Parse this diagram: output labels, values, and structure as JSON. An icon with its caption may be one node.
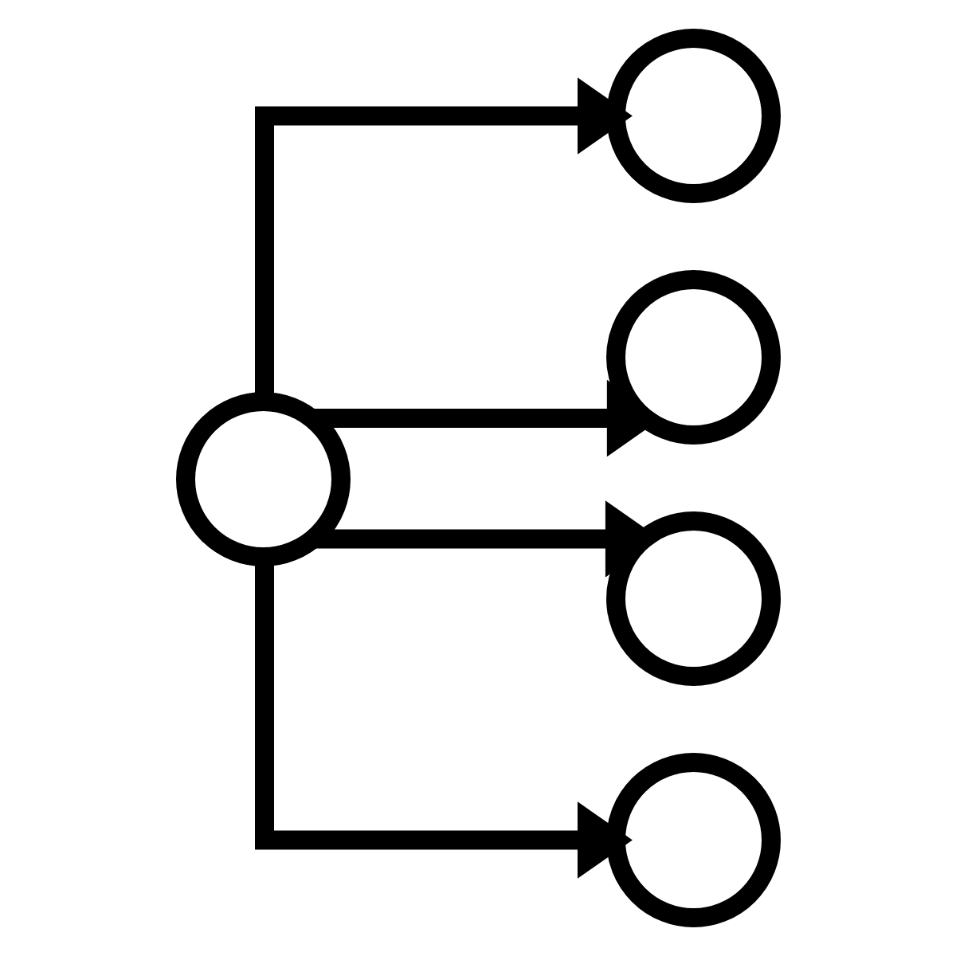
{
  "diagram": {
    "nodes": [
      {
        "text": [],
        "shape": "circle"
      },
      {
        "text": [],
        "shape": "circle"
      },
      {
        "text": [],
        "shape": "circle"
      },
      {
        "text": [],
        "shape": "circle"
      },
      {
        "text": [],
        "shape": "circle"
      }
    ],
    "edges": [
      {
        "from": 0,
        "to": 1,
        "arrow": "to"
      },
      {
        "from": 0,
        "to": 2,
        "arrow": "to"
      },
      {
        "from": 0,
        "to": 3,
        "arrow": "to"
      },
      {
        "from": 0,
        "to": 4,
        "arrow": "to"
      }
    ]
  }
}
